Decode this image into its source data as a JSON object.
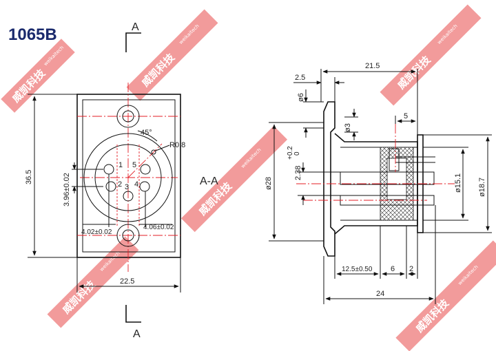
{
  "model": "1065B",
  "section_marker": "A",
  "section_label": "A-A",
  "watermark": {
    "text": "威凯科技",
    "sub_text": "weikaitech",
    "banner_color": "#f08a8a"
  },
  "front_view": {
    "width_dim": "22.5",
    "height_dim": "36.5",
    "pin_row_dim": "3.96±0.02",
    "pin_left_dim": "4.02±0.02",
    "pin_right_dim": "4.06±0.02",
    "angle_dim": "45°",
    "radius_dim": "R0.8",
    "pins": [
      "1",
      "5",
      "2",
      "4",
      "3"
    ]
  },
  "section_view": {
    "overall_dim": "21.5",
    "flange_dim": "2.5",
    "bore_dim": "ø6",
    "hole_dim": "ø3",
    "shoulder_dim": "5",
    "dia_outer_dim": "ø28",
    "offset_dim": "2.38",
    "offset_tol_upper": "+0.2",
    "offset_tol_lower": "0",
    "dia_body_dim": "ø15.1",
    "dia_housing_dim": "ø18.7",
    "depth_dim": "12.5±0.50",
    "seg_a_dim": "6",
    "seg_b_dim": "2",
    "total_len_dim": "24"
  },
  "colors": {
    "centerline": "#e31b23",
    "title": "#1a2a6c",
    "line": "#111111"
  }
}
